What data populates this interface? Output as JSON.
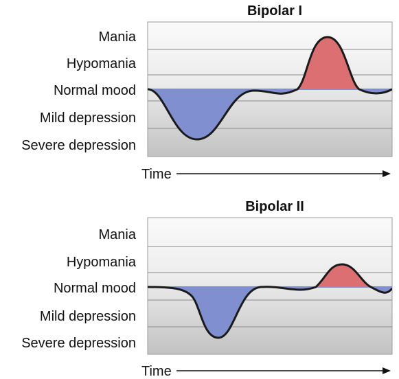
{
  "panels": [
    {
      "title": "Bipolar I",
      "levels": [
        "Mania",
        "Hypomania",
        "Normal mood",
        "Mild depression",
        "Severe depression"
      ],
      "time_label": "Time"
    },
    {
      "title": "Bipolar II",
      "levels": [
        "Mania",
        "Hypomania",
        "Normal mood",
        "Mild depression",
        "Severe depression"
      ],
      "time_label": "Time"
    }
  ],
  "colors": {
    "depression_fill": "#7f8fcf",
    "elevation_fill": "#dc6f72",
    "curve_stroke": "#1a1a1a",
    "gridline": "#8a8a8a"
  }
}
